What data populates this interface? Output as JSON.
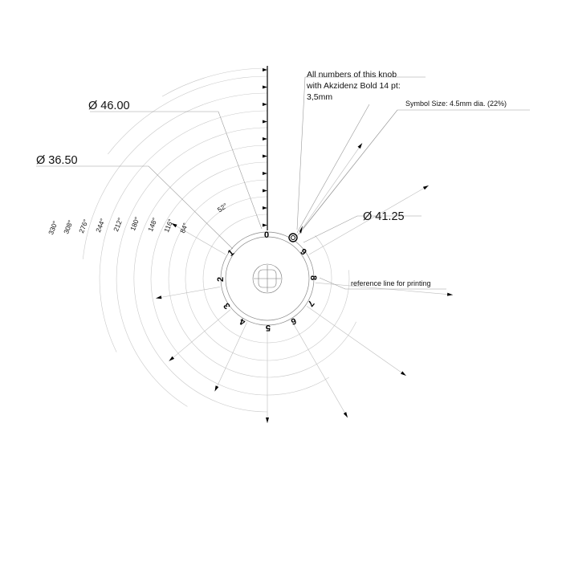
{
  "diameters": {
    "d46": "Ø 46.00",
    "d365": "Ø 36.50",
    "d4125": "Ø 41.25"
  },
  "notes": {
    "font_line1": "All numbers of this knob",
    "font_line2": "with Akzidenz Bold 14 pt:",
    "font_line3": "3,5mm",
    "symbol_size": "Symbol Size: 4.5mm dia. (22%)",
    "reference_line": "reference line for printing"
  },
  "angles": [
    "52°",
    "84°",
    "116°",
    "148°",
    "180°",
    "212°",
    "244°",
    "276°",
    "308°",
    "330°"
  ],
  "knob_numbers": [
    "0",
    "1",
    "2",
    "3",
    "4",
    "5",
    "6",
    "7",
    "8",
    "9"
  ]
}
